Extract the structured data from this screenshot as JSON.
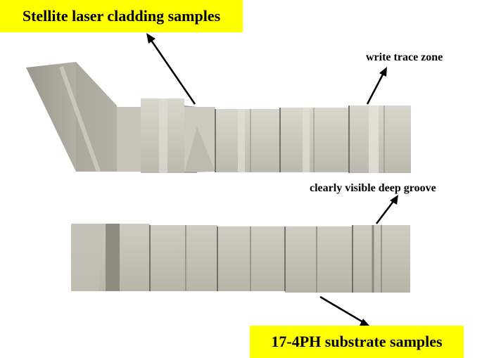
{
  "image": {
    "background_color": "#ffffff",
    "sample_color": "#cbc8bd",
    "label_highlight_color": "#ffff00"
  },
  "labels": {
    "top_group": "Stellite laser cladding samples",
    "write_trace": "write trace zone",
    "deep_groove": "clearly visible deep groove",
    "bottom_group": "17-4PH substrate samples"
  },
  "sample_rows": [
    {
      "name": "stellite-cladding-row",
      "visible_pieces": 6
    },
    {
      "name": "substrate-row",
      "visible_pieces": 5
    }
  ]
}
